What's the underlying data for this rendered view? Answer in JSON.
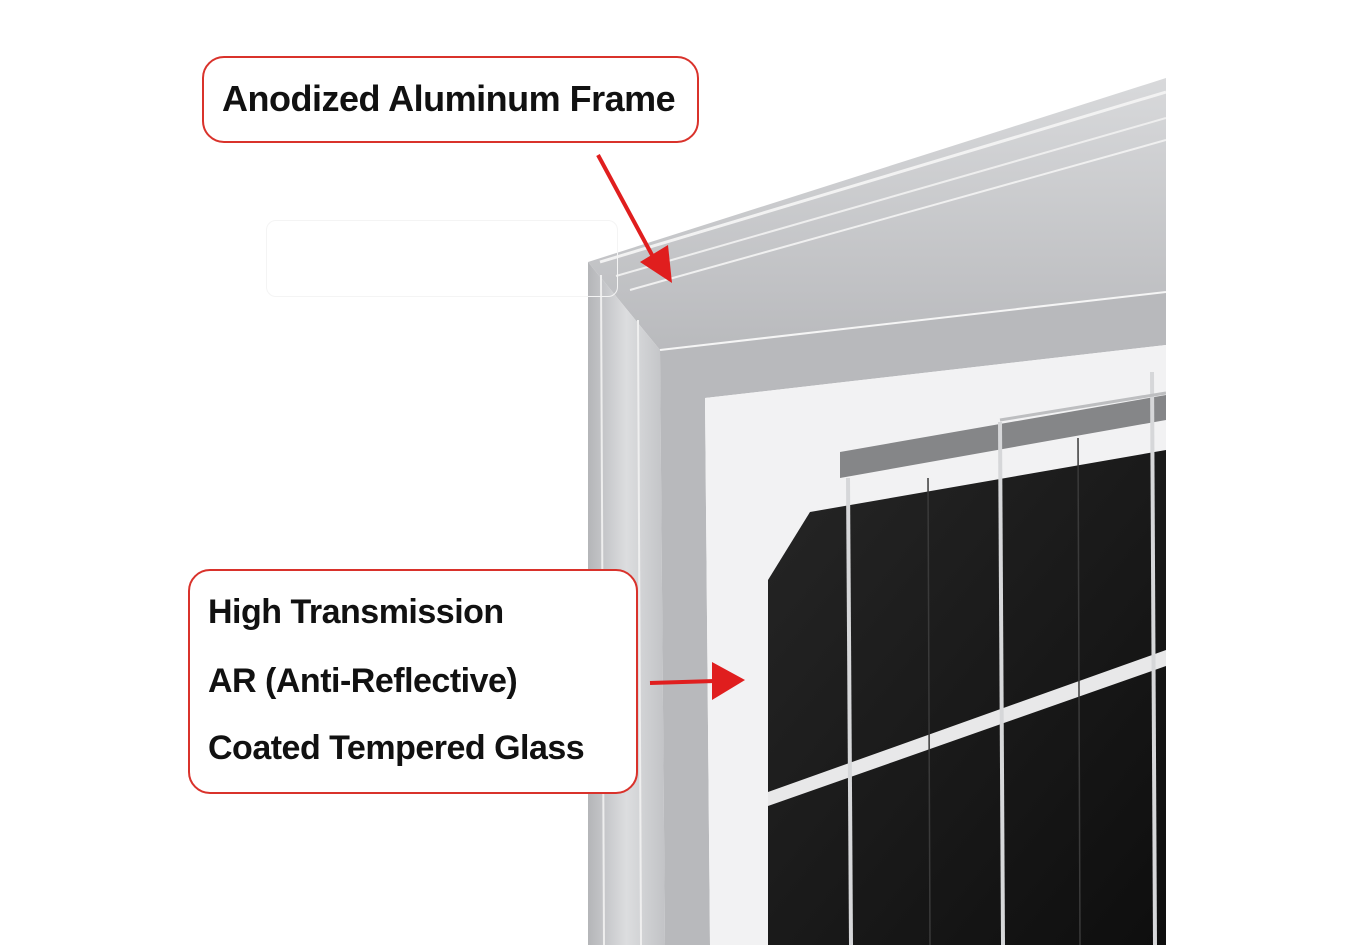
{
  "callouts": {
    "frame": {
      "label": "Anodized Aluminum Frame"
    },
    "glass": {
      "lines": [
        "High Transmission",
        "AR (Anti-Reflective)",
        "Coated Tempered Glass"
      ]
    }
  },
  "colors": {
    "callout_border": "#d9322b",
    "arrow": "#e01e1e",
    "cell": "#151515",
    "frame_silver": "#c9cacc",
    "background": "#ffffff"
  },
  "icons": {
    "arrow": "arrow-icon"
  }
}
